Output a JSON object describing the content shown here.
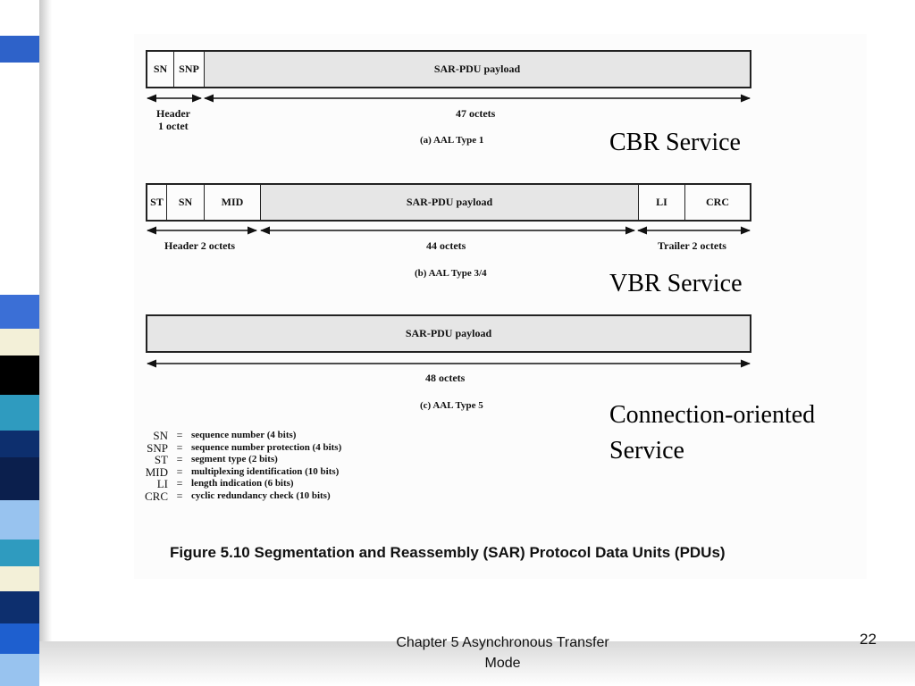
{
  "diagram": {
    "aal1": {
      "fields": [
        "SN",
        "SNP",
        "SAR-PDU payload"
      ],
      "header_label": "Header",
      "header_sub": "1 octet",
      "payload_label": "47 octets",
      "caption": "(a) AAL Type 1",
      "service": "CBR Service"
    },
    "aal34": {
      "fields": [
        "ST",
        "SN",
        "MID",
        "SAR-PDU payload",
        "LI",
        "CRC"
      ],
      "header_label": "Header 2 octets",
      "payload_label": "44 octets",
      "trailer_label": "Trailer 2 octets",
      "caption": "(b) AAL Type 3/4",
      "service": "VBR Service"
    },
    "aal5": {
      "fields": [
        "SAR-PDU payload"
      ],
      "payload_label": "48 octets",
      "caption": "(c) AAL Type 5",
      "service_line1": "Connection-oriented",
      "service_line2": "Service"
    }
  },
  "legend": [
    {
      "abbr": "SN",
      "eq": "=",
      "desc": "sequence number (4 bits)"
    },
    {
      "abbr": "SNP",
      "eq": "=",
      "desc": "sequence number protection (4 bits)"
    },
    {
      "abbr": "ST",
      "eq": "=",
      "desc": "segment type (2 bits)"
    },
    {
      "abbr": "MID",
      "eq": "=",
      "desc": "multiplexing identification (10 bits)"
    },
    {
      "abbr": "LI",
      "eq": "=",
      "desc": "length indication (6 bits)"
    },
    {
      "abbr": "CRC",
      "eq": "=",
      "desc": "cyclic redundancy check (10 bits)"
    }
  ],
  "figure_title": "Figure 5.10  Segmentation and Reassembly (SAR) Protocol Data Units (PDUs)",
  "footer": {
    "line1": "Chapter 5 Asynchronous Transfer",
    "line2": "Mode",
    "page_number": "22"
  },
  "colors": {
    "payload_fill": "#e6e6e6",
    "stripe_palette": [
      "#ffffff",
      "#3b6fd6",
      "#0d2f6e",
      "#f3f0d8",
      "#2f9bbf",
      "#000000",
      "#98c3ef",
      "#1e5fcf"
    ]
  }
}
